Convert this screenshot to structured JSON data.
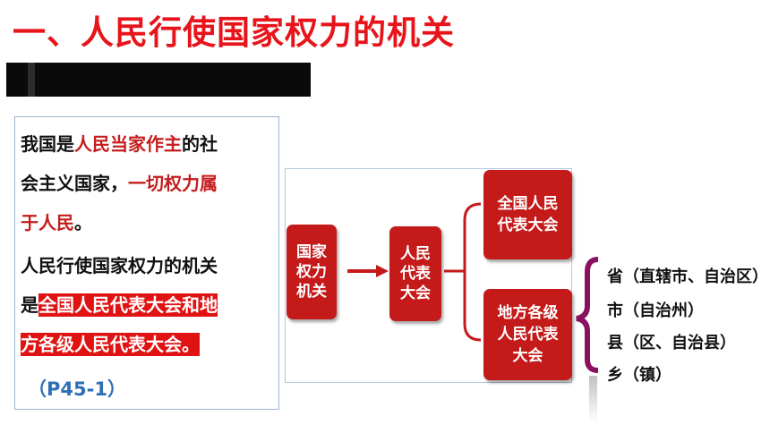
{
  "title": "一、人民行使国家权力的机关",
  "text_box": {
    "p1": [
      {
        "text": "我国是",
        "style": "plain"
      },
      {
        "text": "人民当家作主",
        "style": "red"
      },
      {
        "text": "的社",
        "style": "plain"
      }
    ],
    "p2": [
      {
        "text": "会主义国家，",
        "style": "plain"
      },
      {
        "text": "一切权力属",
        "style": "red"
      }
    ],
    "p3": [
      {
        "text": "于人民",
        "style": "red"
      },
      {
        "text": "。",
        "style": "plain"
      }
    ],
    "p4": [
      {
        "text": "人民行使国家权力的机关",
        "style": "plain"
      }
    ],
    "p5": [
      {
        "text": "是",
        "style": "plain"
      },
      {
        "text": "全国人民代表大会和地",
        "style": "highlight"
      }
    ],
    "p6": [
      {
        "text": "方各级人民代表大会。",
        "style": "highlight"
      }
    ],
    "note": "（P45-1）"
  },
  "diagram": {
    "box1": [
      "国家",
      "权力",
      "机关"
    ],
    "box2": [
      "人民",
      "代表",
      "大会"
    ],
    "box3": [
      "全国人民",
      "代表大会"
    ],
    "box4": [
      "地方各级",
      "人民代表",
      "大会"
    ],
    "levels": [
      "省（直辖市、自治区）",
      "市（自治州）",
      "县（区、自治县）",
      "乡（镇）"
    ]
  },
  "colors": {
    "title_red": "#e8141b",
    "box_red": "#c41a1a",
    "text_red": "#c51d1d",
    "highlight_red": "#e11212",
    "note_blue": "#2f6fb5",
    "brace_purple": "#8a1060"
  }
}
